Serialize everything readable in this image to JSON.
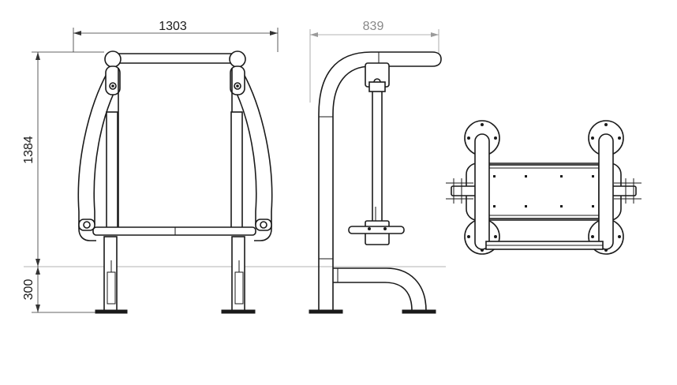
{
  "dimensions": {
    "front_width": "1303",
    "side_depth": "839",
    "total_height": "1384",
    "seat_height": "300"
  },
  "colors": {
    "line": "#1a1a1a",
    "dimension_grey": "#9a9a9a",
    "background": "#ffffff"
  }
}
